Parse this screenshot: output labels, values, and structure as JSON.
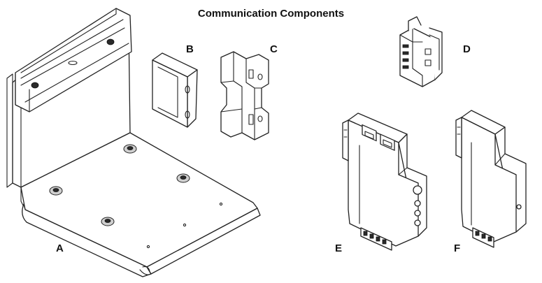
{
  "title": "Communication Components",
  "components": {
    "a": {
      "label": "A"
    },
    "b": {
      "label": "B"
    },
    "c": {
      "label": "C"
    },
    "d": {
      "label": "D"
    },
    "e": {
      "label": "E"
    },
    "f": {
      "label": "F"
    }
  }
}
